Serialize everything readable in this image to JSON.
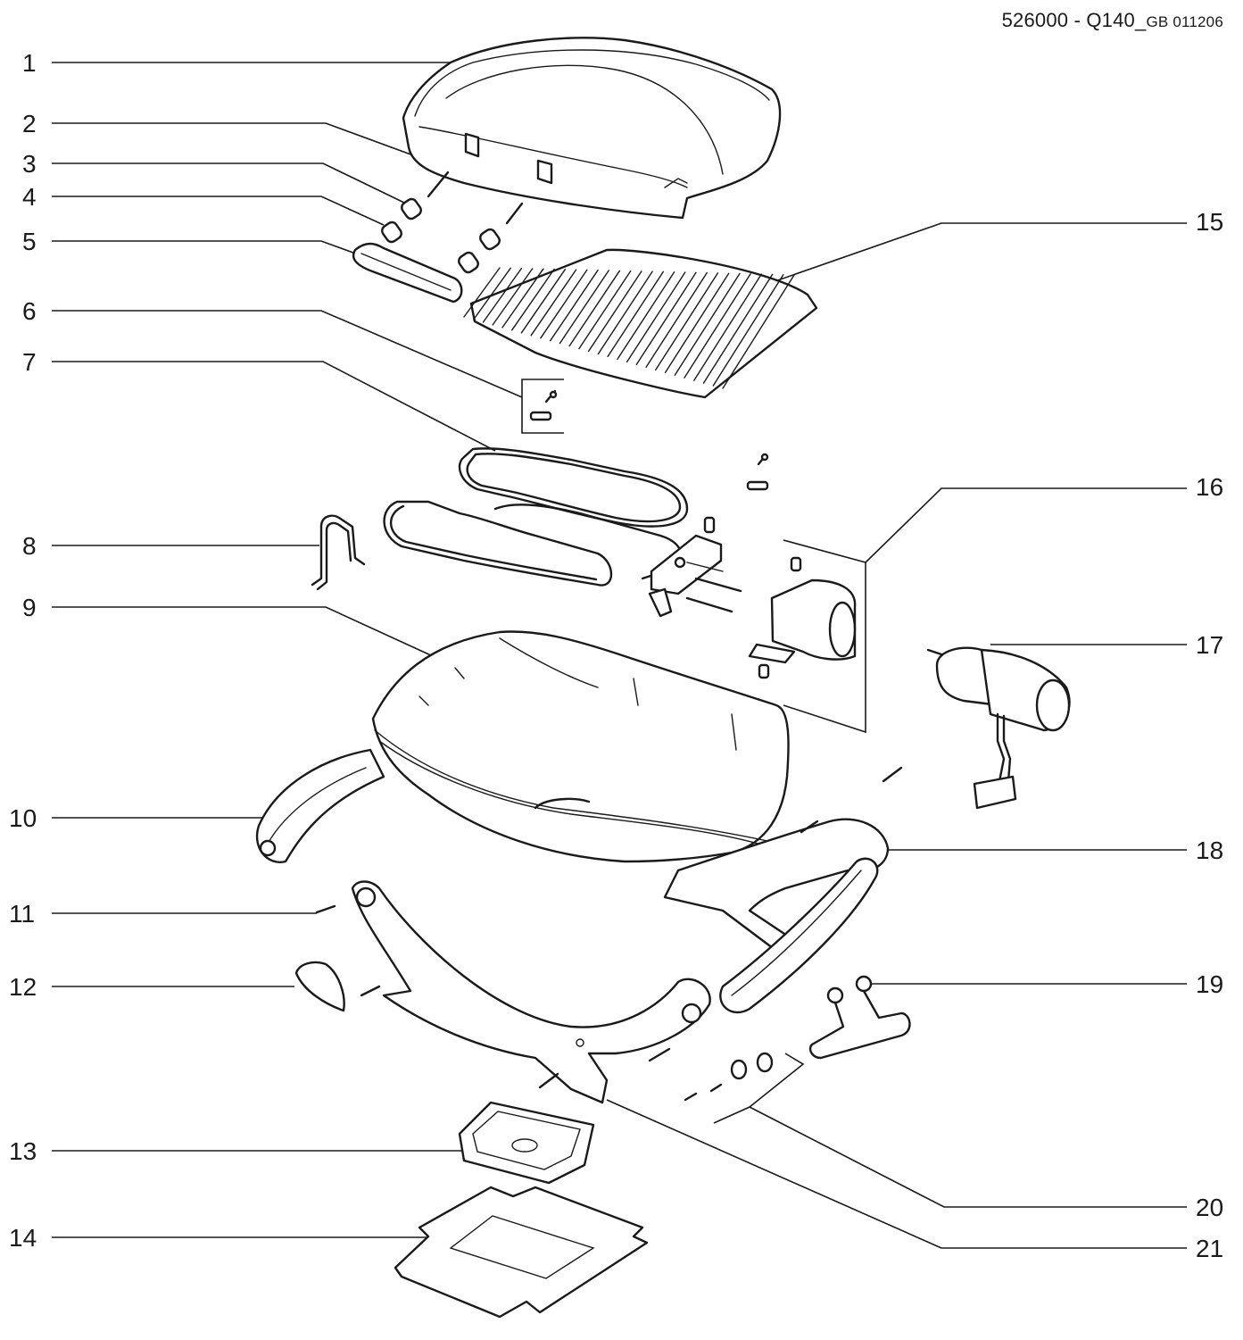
{
  "document": {
    "code_main": "526000 - Q140_",
    "code_small": "GB 011206"
  },
  "callouts": [
    {
      "id": "1",
      "label": "1"
    },
    {
      "id": "2",
      "label": "2"
    },
    {
      "id": "3",
      "label": "3"
    },
    {
      "id": "4",
      "label": "4"
    },
    {
      "id": "5",
      "label": "5"
    },
    {
      "id": "6",
      "label": "6"
    },
    {
      "id": "7",
      "label": "7"
    },
    {
      "id": "8",
      "label": "8"
    },
    {
      "id": "9",
      "label": "9"
    },
    {
      "id": "10",
      "label": "10"
    },
    {
      "id": "11",
      "label": "11"
    },
    {
      "id": "12",
      "label": "12"
    },
    {
      "id": "13",
      "label": "13"
    },
    {
      "id": "14",
      "label": "14"
    },
    {
      "id": "15",
      "label": "15"
    },
    {
      "id": "16",
      "label": "16"
    },
    {
      "id": "17",
      "label": "17"
    },
    {
      "id": "18",
      "label": "18"
    },
    {
      "id": "19",
      "label": "19"
    },
    {
      "id": "20",
      "label": "20"
    },
    {
      "id": "21",
      "label": "21"
    }
  ]
}
